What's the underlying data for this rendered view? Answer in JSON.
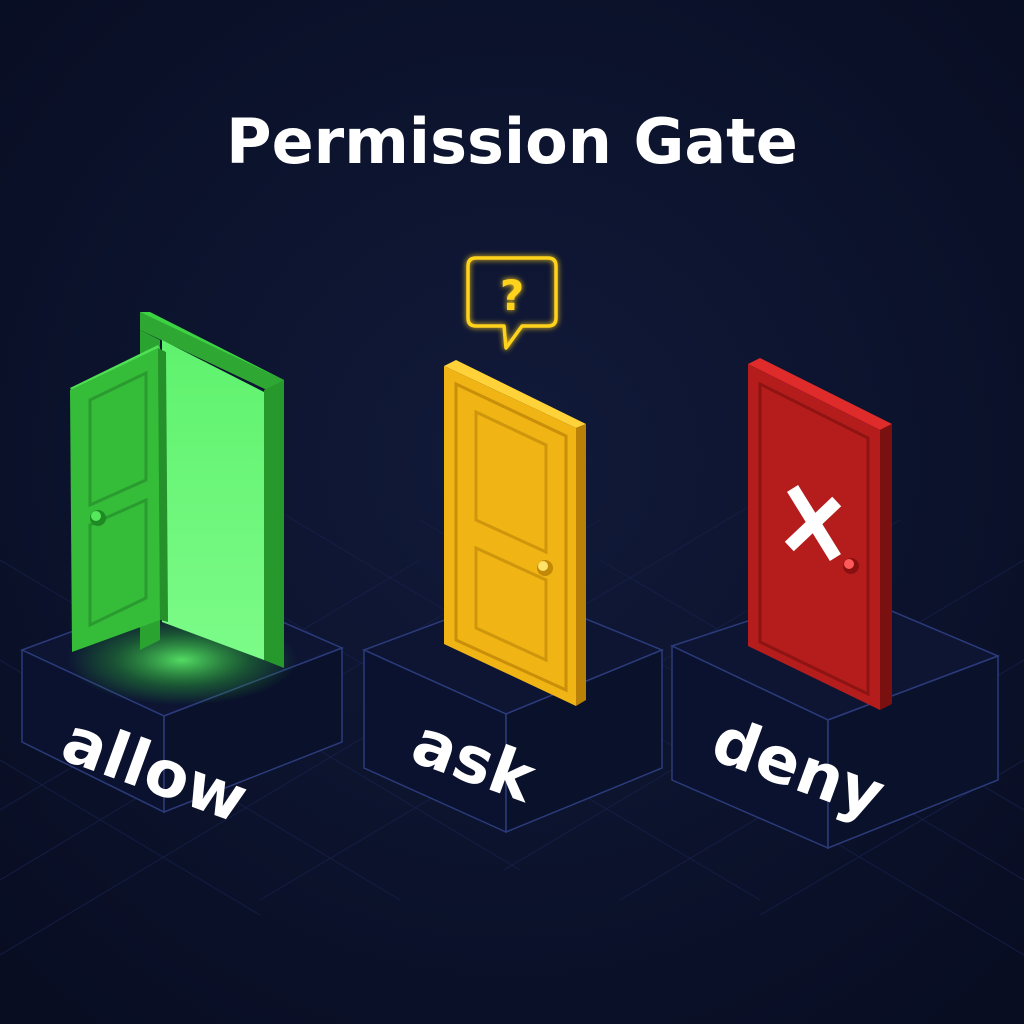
{
  "title": "Permission Gate",
  "colors": {
    "background": "#0a1028",
    "grid": "#1a2550",
    "allow": "#2fbf35",
    "allow_glow": "#6df77a",
    "ask": "#f0b414",
    "ask_bubble": "#ffd21a",
    "deny": "#b51c1c",
    "label": "#ffffff"
  },
  "gates": [
    {
      "id": "allow",
      "label": "allow",
      "state": "open",
      "icon": "open-door-icon"
    },
    {
      "id": "ask",
      "label": "ask",
      "state": "closed",
      "icon": "question-bubble-icon",
      "bubble_text": "?"
    },
    {
      "id": "deny",
      "label": "deny",
      "state": "locked",
      "icon": "x-mark-icon"
    }
  ]
}
